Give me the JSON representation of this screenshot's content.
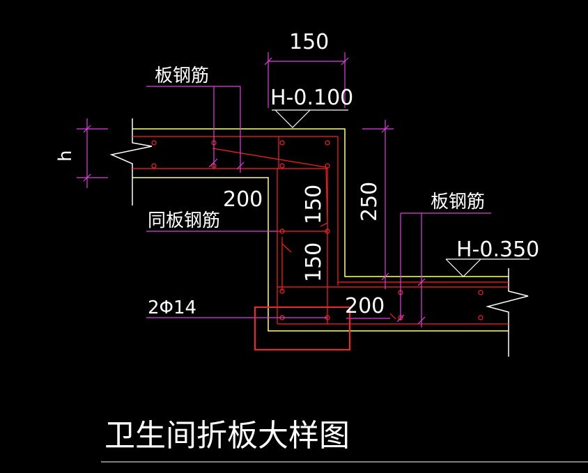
{
  "colors": {
    "background": "#000000",
    "concrete": "#ffff80",
    "rebar": "#ff2020",
    "dimension": "#e040e0",
    "text": "#ffffff",
    "highlight": "#ff2020"
  },
  "labels": {
    "dim_top_150": "150",
    "level_upper": "H-0.100",
    "rebar_left_top": "板钢筋",
    "dim_h": "h",
    "dim_200_top": "200",
    "rebar_same_as_slab": "同板钢筋",
    "dim_150_upper": "150",
    "dim_150_lower": "150",
    "dim_250": "250",
    "rebar_right": "板钢筋",
    "level_lower": "H-0.350",
    "dim_200_bottom": "200",
    "rebar_2phi14": "2Φ14",
    "title": "卫生间折板大样图"
  }
}
